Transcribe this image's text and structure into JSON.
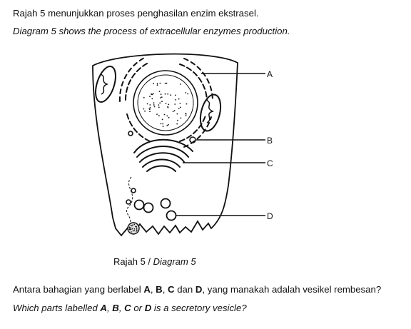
{
  "text": {
    "line1": "Rajah 5 menunjukkan proses penghasilan enzim ekstrasel.",
    "line2": "Diagram 5 shows the process of extracellular enzymes production.",
    "caption_a": "Rajah 5 / ",
    "caption_b": "Diagram 5",
    "q1": {
      "p1": "Antara bahagian yang berlabel ",
      "a": "A",
      "s1": ", ",
      "b": "B",
      "s2": ", ",
      "c": "C",
      "s3": " dan ",
      "d": "D",
      "p2": ", yang manakah adalah vesikel rembesan?"
    },
    "q2": {
      "p1": "Which parts labelled ",
      "a": "A",
      "s1": ", ",
      "b": "B",
      "s2": ", ",
      "c": "C",
      "s3": " or ",
      "d": "D",
      "p2": " is a secretory vesicle?"
    }
  },
  "diagram": {
    "labels": {
      "A": "A",
      "B": "B",
      "C": "C",
      "D": "D"
    }
  }
}
